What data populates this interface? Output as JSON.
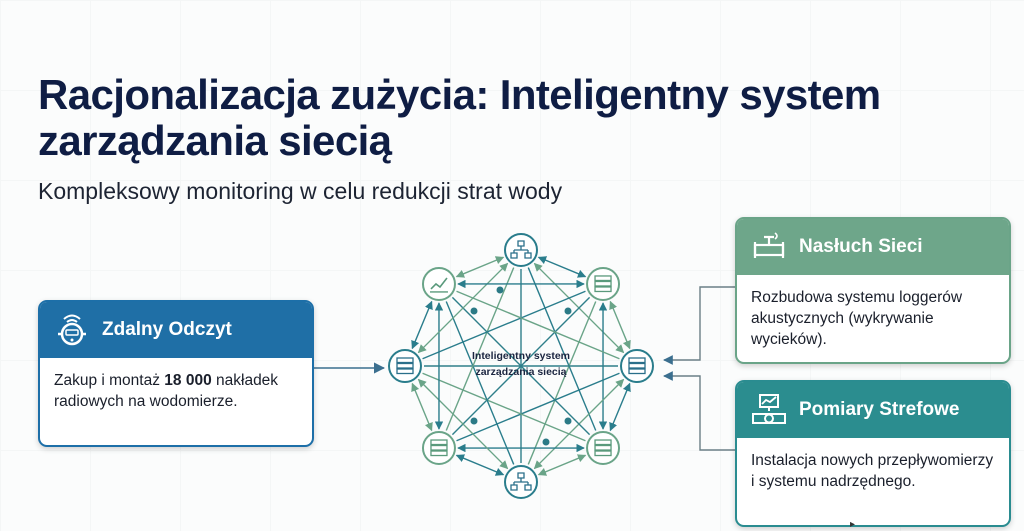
{
  "title": "Racjonalizacja zużycia: Inteligentny system zarządzania siecią",
  "subtitle": "Kompleksowy monitoring w celu redukcji strat wody",
  "hub_label": "Inteligentny system zarządzania siecią",
  "cards": {
    "left": {
      "heading": "Zdalny Odczyt",
      "body_before": "Zakup i montaż ",
      "body_bold": "18 000",
      "body_after": " nakładek radiowych na wodomierze.",
      "icon": "radio-meter-icon"
    },
    "right_top": {
      "heading": "Nasłuch Sieci",
      "body": "Rozbudowa systemu loggerów akustycznych (wykrywanie wycieków).",
      "icon": "pipe-valve-icon"
    },
    "right_bottom": {
      "heading": "Pomiary Strefowe",
      "body": "Instalacja nowych przepływomierzy i systemu nadrzędnego.",
      "icon": "flowmeter-icon"
    }
  },
  "colors": {
    "title": "#0f1d44",
    "blue": "#1f6fa6",
    "green": "#6ea68a",
    "teal": "#2b8d8f"
  },
  "node_icons": [
    "hierarchy-icon",
    "server-icon",
    "server-icon",
    "server-icon",
    "flowchart-icon",
    "server-icon",
    "server-icon",
    "chart-icon"
  ]
}
